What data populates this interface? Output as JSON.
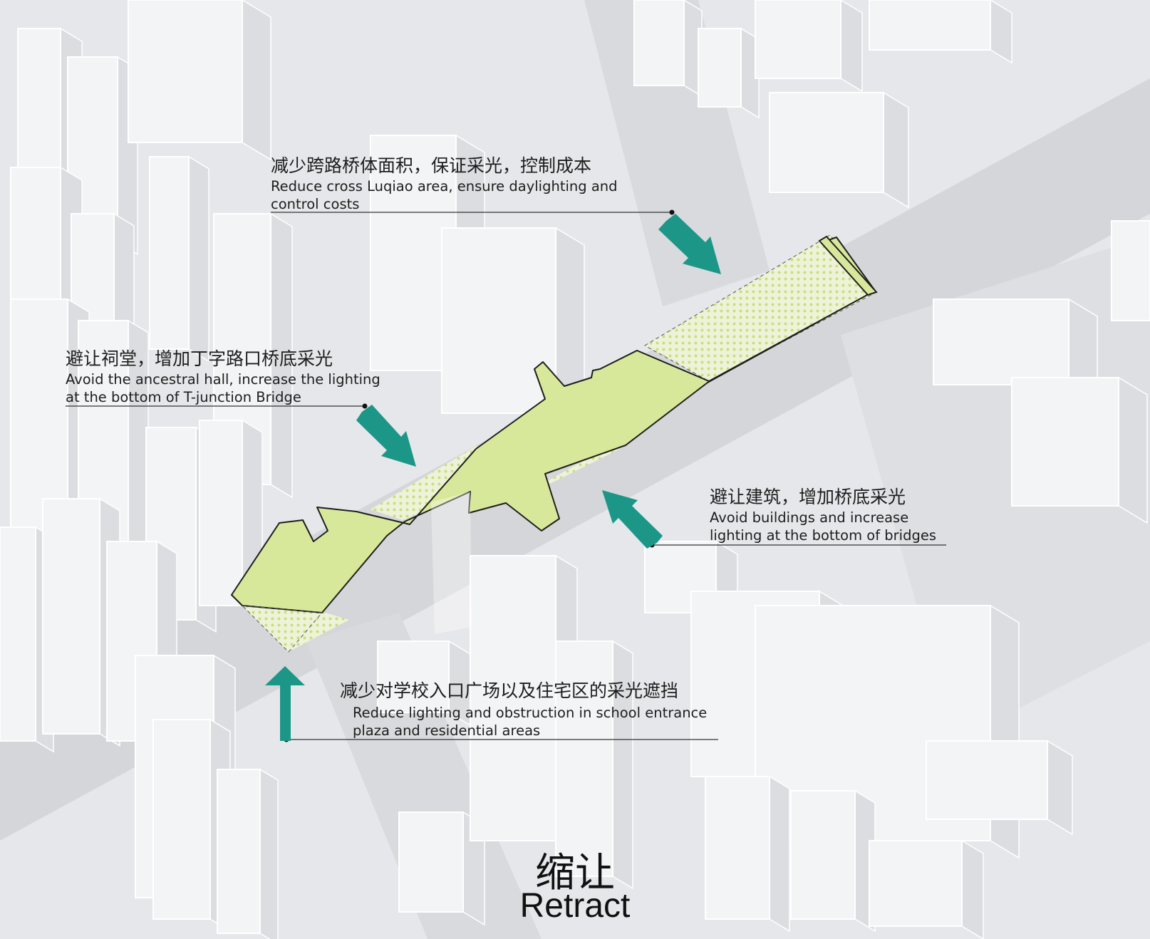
{
  "colors": {
    "background": "#e6e7ea",
    "road": "#d5d6d9",
    "building_top": "#f3f4f6",
    "building_side": "#dcdde1",
    "bridge_fill": "#d8e89a",
    "bridge_dot": "#c8df7f",
    "arrow": "#1c9787",
    "leader_line": "#333333"
  },
  "annotations": [
    {
      "id": "bridge-area",
      "zh": "减少跨路桥体面积，保证采光，控制成本",
      "en_lines": [
        "Reduce cross Luqiao area, ensure daylighting and",
        "control costs"
      ],
      "arrow_icon": "arrow-down-right-icon"
    },
    {
      "id": "ancestral-hall",
      "zh": "避让祠堂，增加丁字路口桥底采光",
      "en_lines": [
        "Avoid the ancestral hall, increase the lighting",
        "at the bottom of T-junction Bridge"
      ],
      "arrow_icon": "arrow-down-right-icon"
    },
    {
      "id": "buildings",
      "zh": "避让建筑，增加桥底采光",
      "en_lines": [
        "Avoid buildings and increase",
        "lighting at the bottom of bridges"
      ],
      "arrow_icon": "arrow-up-left-icon"
    },
    {
      "id": "school",
      "zh": "减少对学校入口广场以及住宅区的采光遮挡",
      "en_lines": [
        "Reduce lighting and obstruction in school entrance",
        "plaza and residential areas"
      ],
      "arrow_icon": "arrow-up-icon"
    }
  ],
  "title": {
    "zh": "缩让",
    "en": "Retract"
  }
}
